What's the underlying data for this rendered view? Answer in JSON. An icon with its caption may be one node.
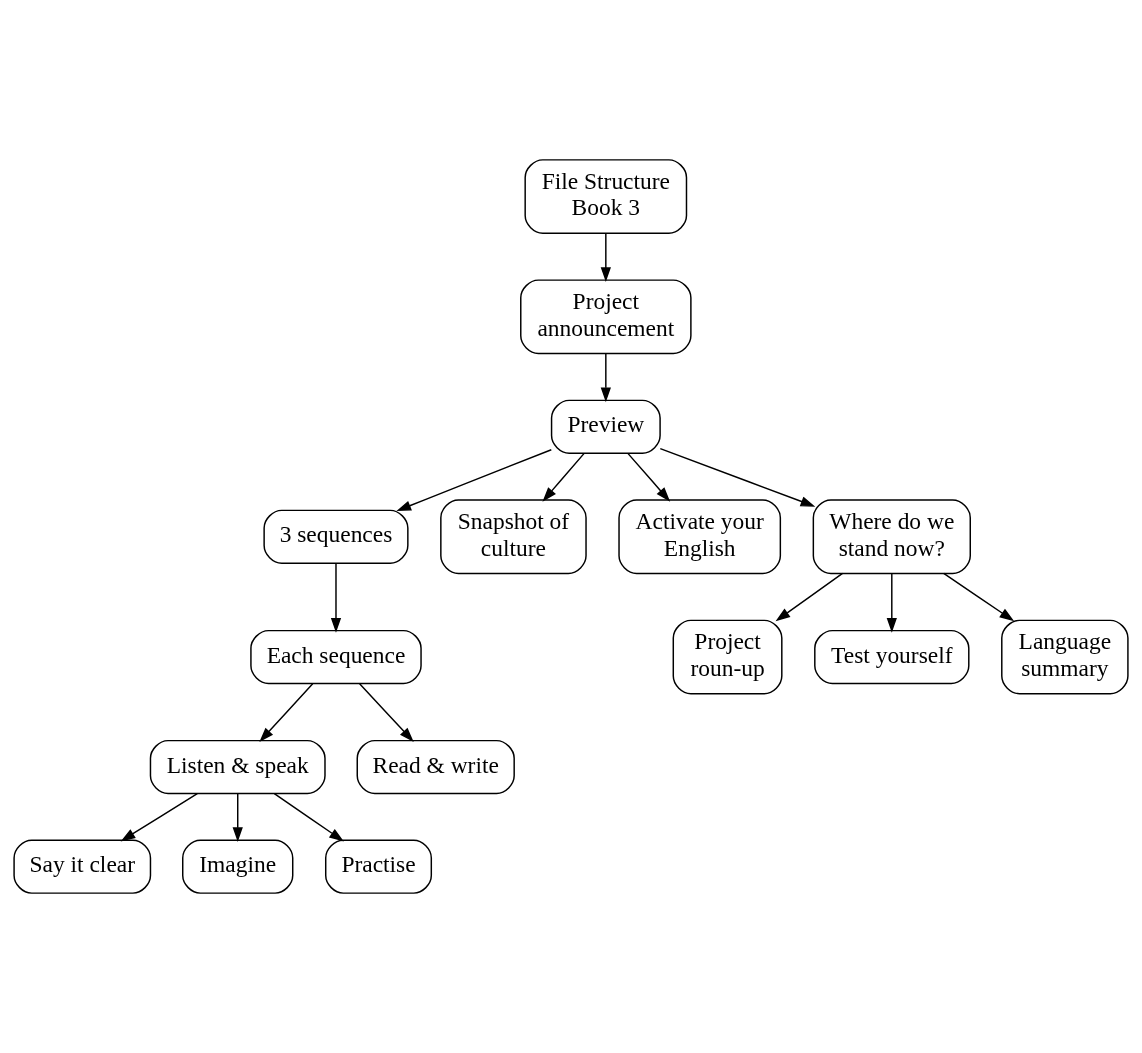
{
  "diagram": {
    "nodes": [
      {
        "text": [
          "File Structure Book 3"
        ]
      },
      {
        "text": [
          "Project announcement"
        ]
      },
      {
        "text": [
          "Preview"
        ]
      },
      {
        "text": [
          "3 sequences"
        ]
      },
      {
        "text": [
          "Snapshot of culture"
        ]
      },
      {
        "text": [
          "Activate your English"
        ]
      },
      {
        "text": [
          "Where do we stand now?"
        ]
      },
      {
        "text": [
          "Each sequence"
        ]
      },
      {
        "text": [
          "Listen & speak"
        ]
      },
      {
        "text": [
          "Read & write"
        ]
      },
      {
        "text": [
          "Say it clear"
        ]
      },
      {
        "text": [
          "Imagine"
        ]
      },
      {
        "text": [
          "Practise"
        ]
      },
      {
        "text": [
          "Project roun-up"
        ]
      },
      {
        "text": [
          "Test yourself"
        ]
      },
      {
        "text": [
          "Language summary"
        ]
      }
    ],
    "edges": [
      {
        "from": 0,
        "to": 1,
        "arrow": "to"
      },
      {
        "from": 1,
        "to": 2,
        "arrow": "to"
      },
      {
        "from": 2,
        "to": 3,
        "arrow": "to"
      },
      {
        "from": 2,
        "to": 4,
        "arrow": "to"
      },
      {
        "from": 2,
        "to": 5,
        "arrow": "to"
      },
      {
        "from": 2,
        "to": 6,
        "arrow": "to"
      },
      {
        "from": 3,
        "to": 7,
        "arrow": "to"
      },
      {
        "from": 7,
        "to": 8,
        "arrow": "to"
      },
      {
        "from": 7,
        "to": 9,
        "arrow": "to"
      },
      {
        "from": 8,
        "to": 10,
        "arrow": "to"
      },
      {
        "from": 8,
        "to": 11,
        "arrow": "to"
      },
      {
        "from": 8,
        "to": 12,
        "arrow": "to"
      },
      {
        "from": 6,
        "to": 13,
        "arrow": "to"
      },
      {
        "from": 6,
        "to": 14,
        "arrow": "to"
      },
      {
        "from": 6,
        "to": 15,
        "arrow": "to"
      }
    ]
  }
}
